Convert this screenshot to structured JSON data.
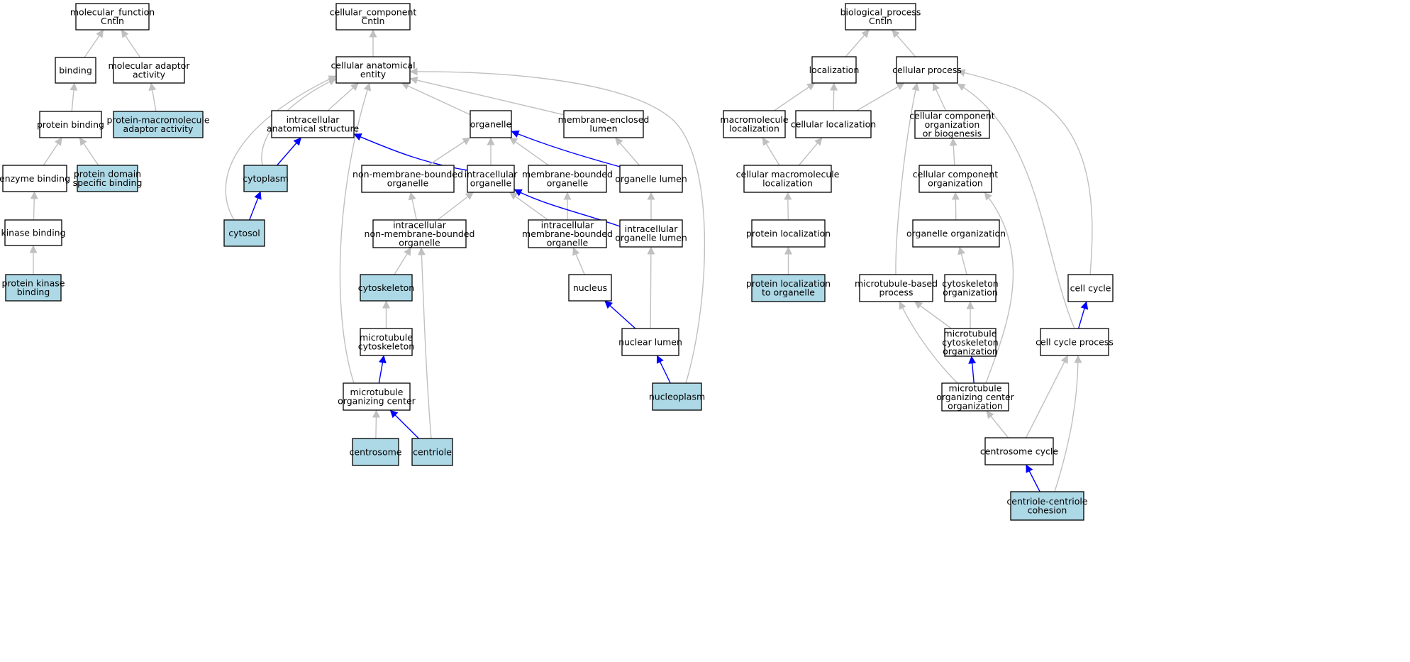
{
  "colors": {
    "highlight_fill": "#add8e6",
    "plain_fill": "#ffffff",
    "border": "#000000",
    "edge_gray": "#c0c0c0",
    "edge_blue": "#0000ff"
  },
  "nodes": [
    {
      "id": "mf",
      "lines": [
        "molecular_function",
        "Cntln"
      ],
      "hl": false
    },
    {
      "id": "binding",
      "lines": [
        "binding"
      ],
      "hl": false
    },
    {
      "id": "molAdaptor",
      "lines": [
        "molecular adaptor",
        "activity"
      ],
      "hl": false
    },
    {
      "id": "protBinding",
      "lines": [
        "protein binding"
      ],
      "hl": false
    },
    {
      "id": "protMacroAdaptor",
      "lines": [
        "protein-macromolecule",
        "adaptor activity"
      ],
      "hl": true
    },
    {
      "id": "enzBinding",
      "lines": [
        "enzyme binding"
      ],
      "hl": false
    },
    {
      "id": "protDomain",
      "lines": [
        "protein domain",
        "specific binding"
      ],
      "hl": true
    },
    {
      "id": "kinaseBinding",
      "lines": [
        "kinase binding"
      ],
      "hl": false
    },
    {
      "id": "protKinaseBinding",
      "lines": [
        "protein kinase",
        "binding"
      ],
      "hl": true
    },
    {
      "id": "cc",
      "lines": [
        "cellular_component",
        "Cntln"
      ],
      "hl": false
    },
    {
      "id": "cae",
      "lines": [
        "cellular anatomical",
        "entity"
      ],
      "hl": false
    },
    {
      "id": "ias",
      "lines": [
        "intracellular",
        "anatomical structure"
      ],
      "hl": false
    },
    {
      "id": "organelle",
      "lines": [
        "organelle"
      ],
      "hl": false
    },
    {
      "id": "memEnclLumen",
      "lines": [
        "membrane-enclosed",
        "lumen"
      ],
      "hl": false
    },
    {
      "id": "cytoplasm",
      "lines": [
        "cytoplasm"
      ],
      "hl": true
    },
    {
      "id": "nonMemOrg",
      "lines": [
        "non-membrane-bounded",
        "organelle"
      ],
      "hl": false
    },
    {
      "id": "intraOrg",
      "lines": [
        "intracellular",
        "organelle"
      ],
      "hl": false
    },
    {
      "id": "memBoundOrg",
      "lines": [
        "membrane-bounded",
        "organelle"
      ],
      "hl": false
    },
    {
      "id": "orgLumen",
      "lines": [
        "organelle lumen"
      ],
      "hl": false
    },
    {
      "id": "cytosol",
      "lines": [
        "cytosol"
      ],
      "hl": true
    },
    {
      "id": "intraNonMemOrg",
      "lines": [
        "intracellular",
        "non-membrane-bounded",
        "organelle"
      ],
      "hl": false
    },
    {
      "id": "intraMemOrg",
      "lines": [
        "intracellular",
        "membrane-bounded",
        "organelle"
      ],
      "hl": false
    },
    {
      "id": "intraOrgLumen",
      "lines": [
        "intracellular",
        "organelle lumen"
      ],
      "hl": false
    },
    {
      "id": "cytoskeleton",
      "lines": [
        "cytoskeleton"
      ],
      "hl": true
    },
    {
      "id": "nucleus",
      "lines": [
        "nucleus"
      ],
      "hl": false
    },
    {
      "id": "mtCytoskeleton",
      "lines": [
        "microtubule",
        "cytoskeleton"
      ],
      "hl": false
    },
    {
      "id": "nuclearLumen",
      "lines": [
        "nuclear lumen"
      ],
      "hl": false
    },
    {
      "id": "mtoc",
      "lines": [
        "microtubule",
        "organizing center"
      ],
      "hl": false
    },
    {
      "id": "nucleoplasm",
      "lines": [
        "nucleoplasm"
      ],
      "hl": true
    },
    {
      "id": "centrosome",
      "lines": [
        "centrosome"
      ],
      "hl": true
    },
    {
      "id": "centriole",
      "lines": [
        "centriole"
      ],
      "hl": true
    },
    {
      "id": "bp",
      "lines": [
        "biological_process",
        "Cntln"
      ],
      "hl": false
    },
    {
      "id": "localization",
      "lines": [
        "localization"
      ],
      "hl": false
    },
    {
      "id": "cellProcess",
      "lines": [
        "cellular process"
      ],
      "hl": false
    },
    {
      "id": "macroLoc",
      "lines": [
        "macromolecule",
        "localization"
      ],
      "hl": false
    },
    {
      "id": "cellLoc",
      "lines": [
        "cellular localization"
      ],
      "hl": false
    },
    {
      "id": "ccob",
      "lines": [
        "cellular component",
        "organization",
        "or biogenesis"
      ],
      "hl": false
    },
    {
      "id": "cellMacroLoc",
      "lines": [
        "cellular macromolecule",
        "localization"
      ],
      "hl": false
    },
    {
      "id": "cco",
      "lines": [
        "cellular component",
        "organization"
      ],
      "hl": false
    },
    {
      "id": "protLoc",
      "lines": [
        "protein localization"
      ],
      "hl": false
    },
    {
      "id": "orgOrg",
      "lines": [
        "organelle organization"
      ],
      "hl": false
    },
    {
      "id": "protLocOrg",
      "lines": [
        "protein localization",
        "to organelle"
      ],
      "hl": true
    },
    {
      "id": "mtBased",
      "lines": [
        "microtubule-based",
        "process"
      ],
      "hl": false
    },
    {
      "id": "cytoOrg",
      "lines": [
        "cytoskeleton",
        "organization"
      ],
      "hl": false
    },
    {
      "id": "cellCycle",
      "lines": [
        "cell cycle"
      ],
      "hl": false
    },
    {
      "id": "mtCytoOrg",
      "lines": [
        "microtubule",
        "cytoskeleton",
        "organization"
      ],
      "hl": false
    },
    {
      "id": "ccProcess",
      "lines": [
        "cell cycle process"
      ],
      "hl": false
    },
    {
      "id": "mtocOrg",
      "lines": [
        "microtubule",
        "organizing center",
        "organization"
      ],
      "hl": false
    },
    {
      "id": "centCycle",
      "lines": [
        "centrosome cycle"
      ],
      "hl": false
    },
    {
      "id": "ccCohesion",
      "lines": [
        "centriole-centriole",
        "cohesion"
      ],
      "hl": true
    }
  ],
  "edges": [
    {
      "from": "binding",
      "to": "mf",
      "c": "gray"
    },
    {
      "from": "molAdaptor",
      "to": "mf",
      "c": "gray"
    },
    {
      "from": "protBinding",
      "to": "binding",
      "c": "gray"
    },
    {
      "from": "protMacroAdaptor",
      "to": "molAdaptor",
      "c": "gray"
    },
    {
      "from": "enzBinding",
      "to": "protBinding",
      "c": "gray"
    },
    {
      "from": "protDomain",
      "to": "protBinding",
      "c": "gray"
    },
    {
      "from": "kinaseBinding",
      "to": "enzBinding",
      "c": "gray"
    },
    {
      "from": "protKinaseBinding",
      "to": "kinaseBinding",
      "c": "gray"
    },
    {
      "from": "cae",
      "to": "cc",
      "c": "gray"
    },
    {
      "from": "ias",
      "to": "cae",
      "c": "gray"
    },
    {
      "from": "organelle",
      "to": "cae",
      "c": "gray"
    },
    {
      "from": "memEnclLumen",
      "to": "cae",
      "c": "gray"
    },
    {
      "from": "cytoplasm",
      "to": "cae",
      "c": "gray"
    },
    {
      "from": "cytosol",
      "to": "cae",
      "c": "gray"
    },
    {
      "from": "mtoc",
      "to": "cae",
      "c": "gray"
    },
    {
      "from": "nucleoplasm",
      "to": "cae",
      "c": "gray"
    },
    {
      "from": "cytoplasm",
      "to": "ias",
      "c": "blue"
    },
    {
      "from": "intraOrg",
      "to": "ias",
      "c": "blue"
    },
    {
      "from": "cytosol",
      "to": "cytoplasm",
      "c": "blue"
    },
    {
      "from": "nonMemOrg",
      "to": "organelle",
      "c": "gray"
    },
    {
      "from": "intraOrg",
      "to": "organelle",
      "c": "gray"
    },
    {
      "from": "memBoundOrg",
      "to": "organelle",
      "c": "gray"
    },
    {
      "from": "orgLumen",
      "to": "organelle",
      "c": "blue"
    },
    {
      "from": "orgLumen",
      "to": "memEnclLumen",
      "c": "gray"
    },
    {
      "from": "intraNonMemOrg",
      "to": "nonMemOrg",
      "c": "gray"
    },
    {
      "from": "intraNonMemOrg",
      "to": "intraOrg",
      "c": "gray"
    },
    {
      "from": "intraMemOrg",
      "to": "intraOrg",
      "c": "gray"
    },
    {
      "from": "intraMemOrg",
      "to": "memBoundOrg",
      "c": "gray"
    },
    {
      "from": "intraOrgLumen",
      "to": "intraOrg",
      "c": "blue"
    },
    {
      "from": "intraOrgLumen",
      "to": "orgLumen",
      "c": "gray"
    },
    {
      "from": "cytoskeleton",
      "to": "intraNonMemOrg",
      "c": "gray"
    },
    {
      "from": "centriole",
      "to": "intraNonMemOrg",
      "c": "gray"
    },
    {
      "from": "nucleus",
      "to": "intraMemOrg",
      "c": "gray"
    },
    {
      "from": "nuclearLumen",
      "to": "intraOrgLumen",
      "c": "gray"
    },
    {
      "from": "nuclearLumen",
      "to": "nucleus",
      "c": "blue"
    },
    {
      "from": "mtCytoskeleton",
      "to": "cytoskeleton",
      "c": "gray"
    },
    {
      "from": "mtoc",
      "to": "mtCytoskeleton",
      "c": "blue"
    },
    {
      "from": "nucleoplasm",
      "to": "nuclearLumen",
      "c": "blue"
    },
    {
      "from": "centrosome",
      "to": "mtoc",
      "c": "gray"
    },
    {
      "from": "centriole",
      "to": "mtoc",
      "c": "blue"
    },
    {
      "from": "localization",
      "to": "bp",
      "c": "gray"
    },
    {
      "from": "cellProcess",
      "to": "bp",
      "c": "gray"
    },
    {
      "from": "macroLoc",
      "to": "localization",
      "c": "gray"
    },
    {
      "from": "cellLoc",
      "to": "localization",
      "c": "gray"
    },
    {
      "from": "cellLoc",
      "to": "cellProcess",
      "c": "gray"
    },
    {
      "from": "ccob",
      "to": "cellProcess",
      "c": "gray"
    },
    {
      "from": "mtBased",
      "to": "cellProcess",
      "c": "gray"
    },
    {
      "from": "cellCycle",
      "to": "cellProcess",
      "c": "gray"
    },
    {
      "from": "ccProcess",
      "to": "cellProcess",
      "c": "gray"
    },
    {
      "from": "cellMacroLoc",
      "to": "macroLoc",
      "c": "gray"
    },
    {
      "from": "cellMacroLoc",
      "to": "cellLoc",
      "c": "gray"
    },
    {
      "from": "cco",
      "to": "ccob",
      "c": "gray"
    },
    {
      "from": "protLoc",
      "to": "cellMacroLoc",
      "c": "gray"
    },
    {
      "from": "orgOrg",
      "to": "cco",
      "c": "gray"
    },
    {
      "from": "mtocOrg",
      "to": "cco",
      "c": "gray"
    },
    {
      "from": "protLocOrg",
      "to": "protLoc",
      "c": "gray"
    },
    {
      "from": "cytoOrg",
      "to": "orgOrg",
      "c": "gray"
    },
    {
      "from": "mtCytoOrg",
      "to": "mtBased",
      "c": "gray"
    },
    {
      "from": "mtocOrg",
      "to": "mtBased",
      "c": "gray"
    },
    {
      "from": "mtCytoOrg",
      "to": "cytoOrg",
      "c": "gray"
    },
    {
      "from": "ccProcess",
      "to": "cellCycle",
      "c": "blue"
    },
    {
      "from": "mtocOrg",
      "to": "mtCytoOrg",
      "c": "blue"
    },
    {
      "from": "centCycle",
      "to": "mtocOrg",
      "c": "gray"
    },
    {
      "from": "centCycle",
      "to": "ccProcess",
      "c": "gray"
    },
    {
      "from": "ccCohesion",
      "to": "ccProcess",
      "c": "gray"
    },
    {
      "from": "ccCohesion",
      "to": "centCycle",
      "c": "blue"
    }
  ]
}
